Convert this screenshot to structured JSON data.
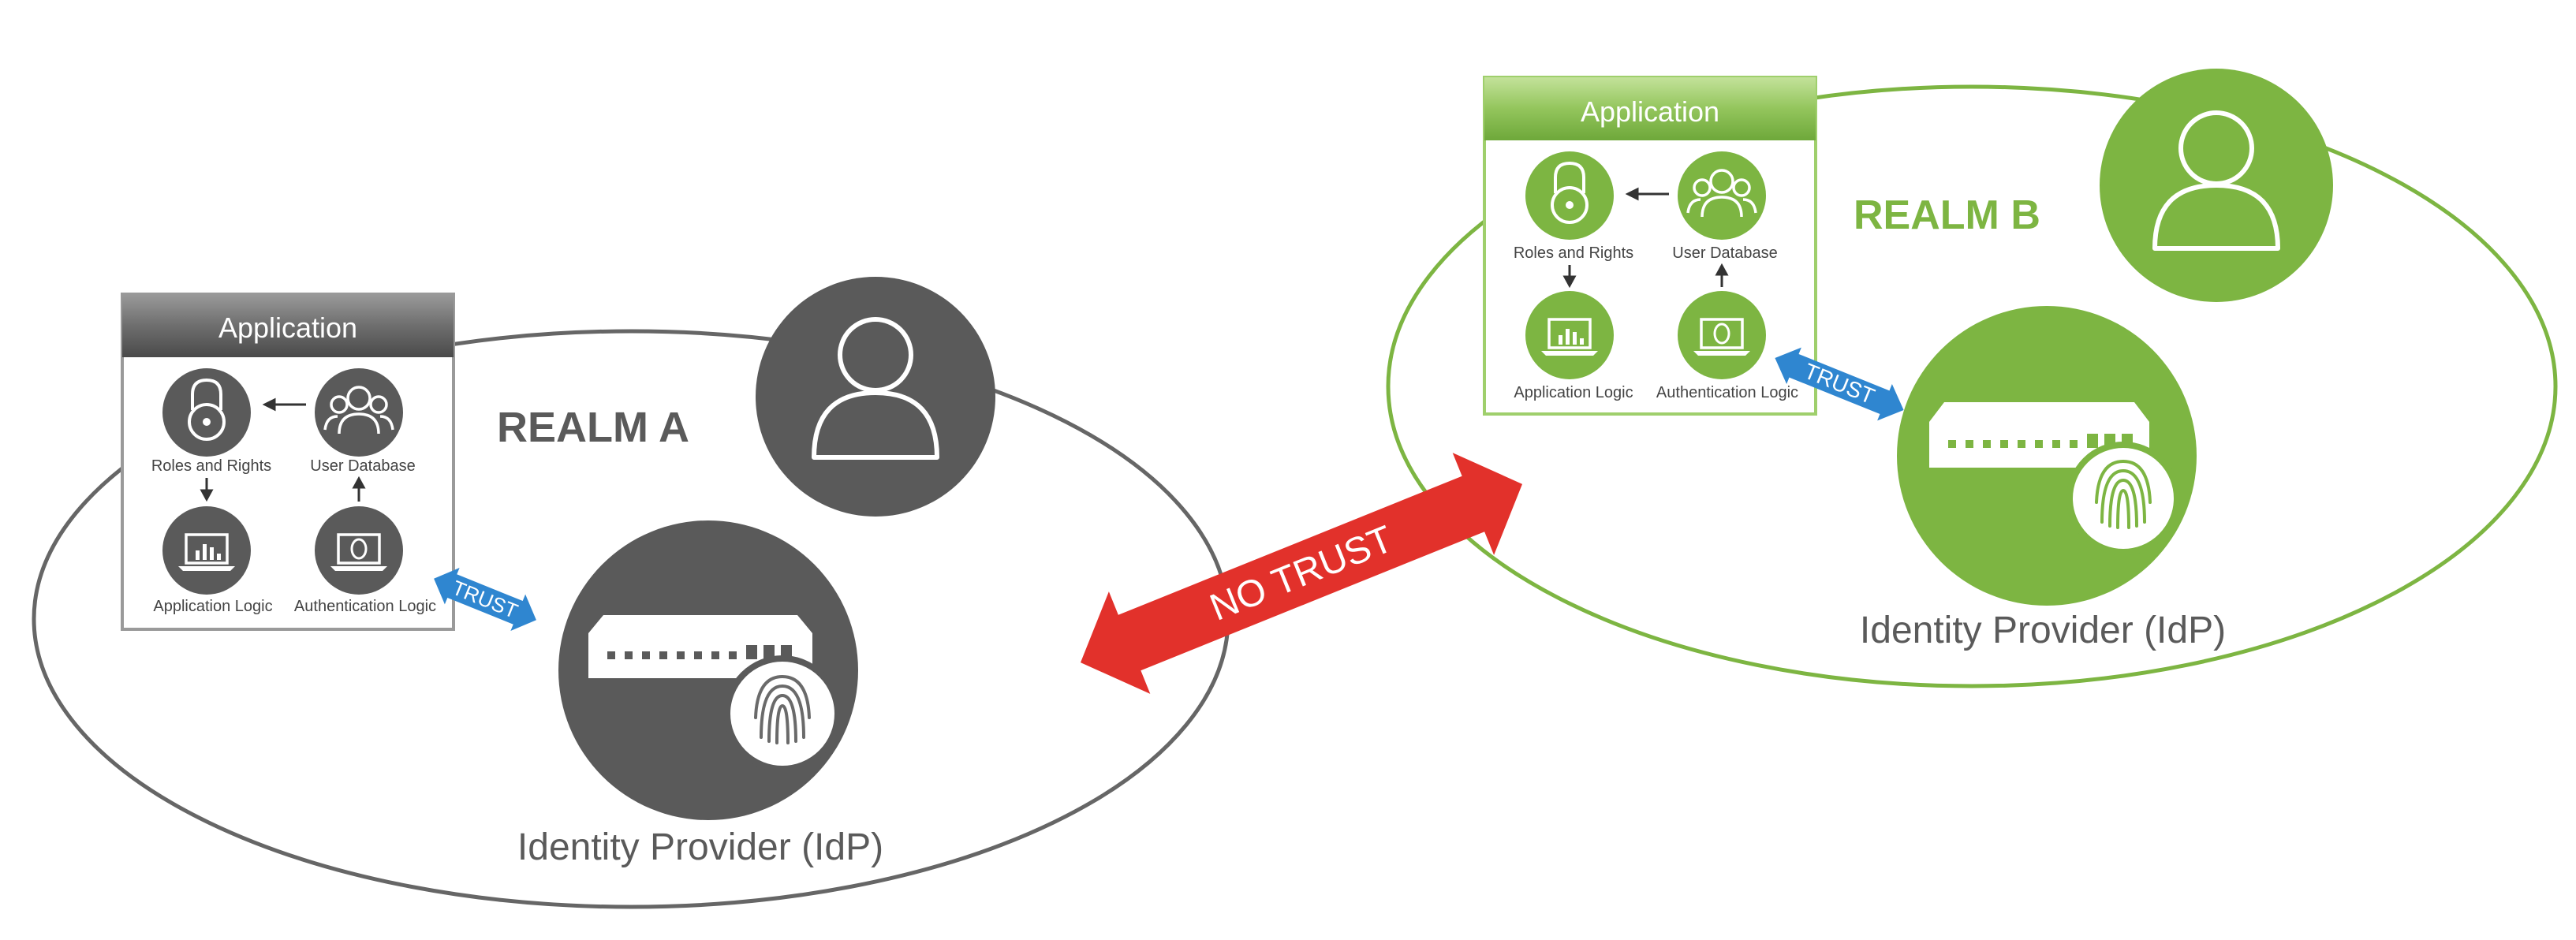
{
  "realms": {
    "a": {
      "label": "REALM A",
      "color": "#5a5a5a",
      "app_title": "Application",
      "components": {
        "roles": "Roles and Rights",
        "database": "User Database",
        "logic": "Application Logic",
        "auth": "Authentication Logic"
      },
      "trust_label": "TRUST",
      "idp_label": "Identity Provider (IdP)"
    },
    "b": {
      "label": "REALM B",
      "color": "#7db542",
      "app_title": "Application",
      "components": {
        "roles": "Roles and Rights",
        "database": "User Database",
        "logic": "Application Logic",
        "auth": "Authentication Logic"
      },
      "trust_label": "TRUST",
      "idp_label": "Identity Provider (IdP)"
    }
  },
  "no_trust": {
    "label": "NO TRUST",
    "color": "#e2312b"
  },
  "trust_color": "#2f86d0",
  "icons": [
    "user-icon",
    "lock-icon",
    "users-icon",
    "laptop-chart-icon",
    "laptop-fingerprint-icon",
    "server-icon",
    "fingerprint-icon"
  ]
}
